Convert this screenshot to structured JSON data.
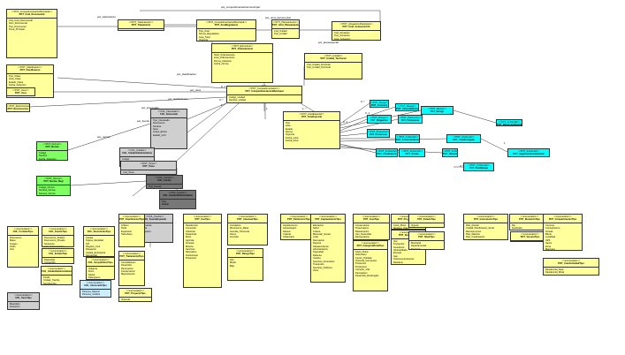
{
  "boxes": [
    {
      "id": "top_a",
      "cls": "y",
      "title": "POT_Unid_Documental",
      "stereo": "<<POT_CompartimentacionMunicipal>>",
      "attrs": [
        "Cod_Unid_Documental",
        "Nom_Documental",
        "Tipo_Documento",
        "Tema_Principal"
      ]
    },
    {
      "id": "top_b",
      "cls": "y",
      "title": "POT_Tratamiento",
      "stereo": "<<POT_Tratamientos>>",
      "attrs": [
        "Tipo_Tratamiento",
        "Area_Tratamiento"
      ]
    },
    {
      "id": "top_c",
      "cls": "y",
      "title": "POT_AreaRegulacion",
      "stereo": "<<POT_CompartimentacionMunicipal>>",
      "attrs": [
        "Tipo_Area",
        "Norma_Reguladora",
        "Area_Total",
        "Vigencia"
      ]
    },
    {
      "id": "top_d",
      "cls": "y",
      "title": "POT_Unid_Planeamiento",
      "stereo": "<<POT_Planeamiento>>",
      "attrs": [
        "Cod_Unidad",
        "Tipo_Unidad"
      ]
    },
    {
      "id": "top_e",
      "cls": "y",
      "title": "POT_Unid_ActuacionUrb",
      "stereo": "<<POT_ActuacionUrbanistica>>",
      "attrs": [
        "Cod_Actuacion",
        "Tipo_Actuacion",
        "Area_Actuacion",
        "Estado"
      ]
    },
    {
      "id": "left_1",
      "cls": "y",
      "title": "POT_Clasificacion",
      "stereo": "<<POT_Clasificacion>>",
      "attrs": [
        "Tipo_Clase",
        "Area_Clase",
        "Estado_Clase",
        "Fecha_Adopcion"
      ]
    },
    {
      "id": "left_2",
      "cls": "y",
      "title": "POT_Usos",
      "stereo": "<<POT_Usos>>",
      "attrs": [
        "Uso_Principal",
        "Uso_Complementario"
      ]
    },
    {
      "id": "left_3",
      "cls": "y",
      "title": "POT_Restricciones",
      "stereo": "<<POT_Restricciones>>",
      "attrs": [
        "Tipo_Restriccion"
      ]
    },
    {
      "id": "center",
      "cls": "y",
      "title": "POT_CompartimentacionMunicipal",
      "stereo": "<<POT_Compartimentacion>>",
      "attrs": [
        "Codigo_Unidad",
        "Nombre_Unidad",
        "Tipo_Unidad"
      ]
    },
    {
      "id": "mid_y",
      "cls": "y",
      "title": "POT_Ordenamiento",
      "stereo": "<<POT_Estructura>>",
      "attrs": [
        "Nivel_Ordenamiento",
        "Area_Ordenamiento",
        "Norma_Adopcion",
        "Fecha_Norma"
      ]
    },
    {
      "id": "mid_y2",
      "cls": "y",
      "title": "POT_Unidad_Territorial",
      "stereo": "<<POT_Unidad>>",
      "attrs": [
        "Cod_Unidad_Territorial",
        "Tipo_Unidad_Territorial"
      ]
    },
    {
      "id": "gray_1",
      "cls": "g",
      "title": "COL_Interesado",
      "stereo": "<<COL_Interesado>>",
      "attrs": [
        "Tipo_Interesado",
        "Documento",
        "Nombre",
        "Sexo",
        "Grupo_Etnico",
        "Estado_Civil"
      ]
    },
    {
      "id": "gray_2",
      "cls": "g",
      "title": "COL_UnidadAdministrativa",
      "stereo": "<<COL_Unidad>>",
      "attrs": [
        "Codigo",
        "Nombre"
      ]
    },
    {
      "id": "dark_1",
      "cls": "d",
      "title": "COL_Fuente",
      "stereo": "<<COL_Fuente>>",
      "attrs": [
        "Tipo_Fuente",
        "Fecha",
        "Ente_Emisor",
        "Numero"
      ]
    },
    {
      "id": "dark_2",
      "cls": "d",
      "title": "COL_FuenteAdministrativa",
      "stereo": "<<COL_Fuente>>",
      "attrs": [
        "Tipo",
        "Estado"
      ]
    },
    {
      "id": "gray_3",
      "cls": "g",
      "title": "COL_FuenteEspacial",
      "stereo": "<<COL_Fuente>>",
      "attrs": [
        "Tipo_Fuente",
        "Nombre",
        "Descripcion"
      ]
    },
    {
      "id": "mid_w",
      "cls": "g",
      "title": "POT_Tema",
      "stereo": "<<POT_Tema>>",
      "attrs": [
        "Cod_Tema",
        "Nombre_Tema"
      ]
    },
    {
      "id": "green_1",
      "cls": "gr",
      "title": "POT_Norma",
      "stereo": "<<POT_Norma>>",
      "attrs": [
        "Codigo",
        "Nombre",
        "Fecha_Adopcion"
      ]
    },
    {
      "id": "green_2",
      "cls": "gr",
      "title": "POT_Norma_Regl",
      "stereo": "<<POT_Norma>>",
      "attrs": [
        "Codigo_Norma",
        "Nombre_Norma",
        "Numero_Norma"
      ]
    },
    {
      "id": "right_main",
      "cls": "y",
      "title": "POT_AreaEspecial",
      "stereo": "<<POT_AreaEspecial>>",
      "attrs": [
        "Tipo",
        "Area",
        "Estado",
        "Norma",
        "Vigencia",
        "Fecha_Inicio",
        "Fecha_Final"
      ]
    },
    {
      "id": "cyan_1",
      "cls": "c",
      "title": "POT_Amenaza",
      "stereo": "<<POT_Riesgo>>",
      "attrs": [
        "Tipo_Amenaza"
      ]
    },
    {
      "id": "cyan_2",
      "cls": "c",
      "title": "POT_Vulnerabilidad",
      "stereo": "<<POT_Riesgo>>",
      "attrs": [
        "Tipo"
      ]
    },
    {
      "id": "cyan_3",
      "cls": "c",
      "title": "POT_Riesgo",
      "stereo": "<<POT_Riesgo>>",
      "attrs": [
        "Nivel"
      ]
    },
    {
      "id": "cyan_4",
      "cls": "c",
      "title": "POT_Mitigacion",
      "stereo": "<<POT_Riesgo>>",
      "attrs": [
        "Tipo"
      ]
    },
    {
      "id": "cyan_5",
      "cls": "c",
      "title": "POT_Patrimonio",
      "stereo": "<<POT_Patrimonio>>",
      "attrs": [
        "Tipo"
      ]
    },
    {
      "id": "cyan_6",
      "cls": "c",
      "title": "POT_Proteccion",
      "stereo": "<<POT_Proteccion>>",
      "attrs": [
        "Tipo"
      ]
    },
    {
      "id": "cyan_7",
      "cls": "c",
      "title": "POT_EstructuraEcologica",
      "stereo": "<<POT_Ambiental>>",
      "attrs": [
        "Tipo"
      ]
    },
    {
      "id": "cyan_8",
      "cls": "c",
      "title": "POT_AreaProtegida",
      "stereo": "<<POT_Ambiental>>",
      "attrs": [
        "Tipo"
      ]
    },
    {
      "id": "cyan_9",
      "cls": "c",
      "title": "POT_Zonificacion",
      "stereo": "<<POT_Ambiental>>",
      "attrs": [
        "Tipo"
      ]
    },
    {
      "id": "cyan_10",
      "cls": "c",
      "title": "POT_Ronda",
      "stereo": "<<POT_Ambiental>>",
      "attrs": [
        "Tipo"
      ]
    },
    {
      "id": "cyan_11",
      "cls": "c",
      "title": "POT_Reserva",
      "stereo": "<<POT_Ambiental>>",
      "attrs": [
        "Tipo"
      ]
    },
    {
      "id": "cyan_12",
      "cls": "c",
      "title": "POT_PlanManejo",
      "stereo": "<<POT_Ambiental>>",
      "attrs": [
        "Tipo"
      ]
    },
    {
      "id": "cyan_13",
      "cls": "c",
      "title": "POT_ManejoAmbiental",
      "stereo": "<<POT_Ambiental>>",
      "attrs": [
        "Tipo"
      ]
    },
    {
      "id": "cyan_14",
      "cls": "c",
      "title": "POT_SeguimientoAmbiental",
      "stereo": "<<POT_Ambiental>>",
      "attrs": [
        "Tipo"
      ]
    },
    {
      "id": "lst_1",
      "cls": "y",
      "title": "POT_ClasificacionTipo",
      "stereo": "<<enumeration>>",
      "attrs": [
        "Urbano",
        "Rural",
        "Expansion",
        "Suburbano"
      ]
    },
    {
      "id": "lst_2",
      "cls": "y",
      "title": "POT_TratamientoTipo",
      "stereo": "<<enumeration>>",
      "attrs": [
        "Consolidacion",
        "Desarrollo",
        "Renovacion",
        "Conservacion",
        "Mejoramiento"
      ]
    },
    {
      "id": "lst_3",
      "cls": "y",
      "title": "POT_UsoTipo",
      "stereo": "<<enumeration>>",
      "attrs": [
        "Residencial",
        "Comercial",
        "Industrial",
        "Dotacional",
        "Mixto",
        "Agricola",
        "Forestal",
        "Mineria",
        "Servicios",
        "Recreativo",
        "Institucional",
        "Proteccion"
      ]
    },
    {
      "id": "lst_4",
      "cls": "y",
      "title": "POT_AmenazaTipo",
      "stereo": "<<enumeration>>",
      "attrs": [
        "Inundacion",
        "Movimiento_Masa",
        "Avenida_Torrencial",
        "Sismo",
        "Incendio"
      ]
    },
    {
      "id": "lst_5",
      "cls": "y",
      "title": "POT_RiesgoTipo",
      "stereo": "<<enumeration>>",
      "attrs": [
        "Alto",
        "Medio",
        "Bajo"
      ]
    },
    {
      "id": "lst_6",
      "cls": "y",
      "title": "POT_PatrimonioTipo",
      "stereo": "<<enumeration>>",
      "attrs": [
        "Arquitectonico",
        "Arqueologico",
        "Natural",
        "Cultural",
        "Urbanistico",
        "Historico",
        "Paisajistico"
      ]
    },
    {
      "id": "lst_7",
      "cls": "y",
      "title": "POT_EquipamientoTipo",
      "stereo": "<<enumeration>>",
      "attrs": [
        "Educacion",
        "Salud",
        "Cultura",
        "Bienestar_Social",
        "Culto",
        "Recreacion",
        "Deporte",
        "Abastecimiento",
        "Administracion",
        "Seguridad",
        "Defensa",
        "Justicia",
        "Servicios_Funerarios",
        "Transporte",
        "Servicios_Publicos",
        "Otros"
      ]
    },
    {
      "id": "lst_8",
      "cls": "y",
      "title": "POT_AreaTipo",
      "stereo": "<<enumeration>>",
      "attrs": [
        "Conservacion",
        "Preservacion",
        "Restauracion",
        "Uso_Sostenible",
        "Recuperacion",
        "Proteccion_Especial",
        "Amortiguacion",
        "Reserva_Forestal"
      ]
    },
    {
      "id": "lst_9",
      "cls": "y",
      "title": "POT_CategoriaRuralTipo",
      "stereo": "<<enumeration>>",
      "attrs": [
        "Suelo_Rural",
        "Suburbano",
        "Centro_Poblado",
        "Vivienda_Campestre",
        "Proteccion",
        "Produccion",
        "Corredor_Vial",
        "Parcelacion",
        "Desarrollo_Restringido"
      ]
    },
    {
      "id": "lst_10",
      "cls": "y",
      "title": "POT_ProgramaTipo",
      "stereo": "<<enumeration>>",
      "attrs": [
        "Corto_Plazo",
        "Mediano_Plazo",
        "Largo_Plazo",
        "Inversion_Publica",
        "Inversion_Privada"
      ]
    },
    {
      "id": "lst_11",
      "cls": "y",
      "title": "POT_SistemaTipo",
      "stereo": "<<enumeration>>",
      "attrs": [
        "Vial",
        "Transporte",
        "Acueducto",
        "Alcantarillado",
        "Energia",
        "Gas",
        "Telecomunicaciones",
        "Residuos",
        "Espacio_Publico"
      ]
    },
    {
      "id": "lst_12",
      "cls": "y",
      "title": "POT_EstadoTipo",
      "stereo": "<<enumeration>>",
      "attrs": [
        "Vigente",
        "Derogado",
        "Suspendido",
        "En_Revision",
        "Proyectado"
      ]
    },
    {
      "id": "lst_13",
      "cls": "y",
      "title": "POT_NivelTipo",
      "stereo": "<<enumeration>>",
      "attrs": [
        "Municipal",
        "Departamental",
        "Nacional",
        "Regional"
      ]
    },
    {
      "id": "lst_14",
      "cls": "y",
      "title": "POT_InstrumentoTipo",
      "stereo": "<<enumeration>>",
      "attrs": [
        "Plan_Parcial",
        "Unidad_Planificacion_Rural",
        "Macroproyecto",
        "Plan_Maestro",
        "Plan_Implantacion",
        "Plan_Regularizacion"
      ]
    },
    {
      "id": "lst_15",
      "cls": "y",
      "title": "POT_ElementoTipo",
      "stereo": "<<enumeration>>",
      "attrs": [
        "Rio",
        "Quebrada",
        "Humedal",
        "Laguna",
        "Cerro",
        "Bosque"
      ]
    },
    {
      "id": "lst_16",
      "cls": "y",
      "title": "POT_VersionTipo",
      "stereo": "<<enumeration>>",
      "attrs": [
        "Inicial",
        "Ajuste",
        "Revision",
        "Modificacion"
      ]
    },
    {
      "id": "lst_17",
      "cls": "y",
      "title": "POT_CompartimentoTipo",
      "stereo": "<<enumeration>>",
      "attrs": [
        "Comuna",
        "Corregimiento",
        "Vereda",
        "Barrio",
        "Localidad",
        "UPZ",
        "Sector",
        "Zona",
        "Manzana",
        "Predio"
      ]
    },
    {
      "id": "lst_18",
      "cls": "y",
      "title": "POT_AreaActividadTipo",
      "stereo": "<<enumeration>>",
      "attrs": [
        "Residencial_Neta",
        "Residencial_Mixta",
        "Comercio",
        "Servicios",
        "Industria",
        "Dotacional"
      ]
    },
    {
      "id": "lst_19",
      "cls": "y",
      "title": "COL_FormatoTipo",
      "stereo": "<<enumeration>>",
      "attrs": [
        "Documento",
        "Mapa",
        "Imagen",
        "Video",
        "Otro"
      ]
    },
    {
      "id": "lst_20",
      "cls": "y",
      "title": "COL_FuenteTipo",
      "stereo": "<<enumeration>>",
      "attrs": [
        "Documento_Publico",
        "Documento_Privado",
        "Sentencia",
        "Acto_Administrativo"
      ]
    },
    {
      "id": "lst_21",
      "cls": "y",
      "title": "COL_EstadoTipo",
      "stereo": "<<enumeration>>",
      "attrs": [
        "Disponible",
        "Convertido",
        "Incompleto",
        "Desconocido"
      ]
    },
    {
      "id": "lst_22",
      "cls": "y",
      "title": "COL_DocumentoTipo",
      "stereo": "<<enumeration>>",
      "attrs": [
        "Cedula",
        "Tarjeta_Identidad",
        "NIT",
        "Registro_Civil",
        "Pasaporte",
        "Cedula_Extranjeria",
        "Secuencial"
      ]
    },
    {
      "id": "lst_23",
      "cls": "y",
      "title": "COL_GrupoEtnicoTipo",
      "stereo": "<<enumeration>>",
      "attrs": [
        "Indigena",
        "Rrom",
        "Raizal",
        "Palenquero",
        "Negro_Afro",
        "Ninguno"
      ]
    },
    {
      "id": "lst_24",
      "cls": "cl",
      "title": "COL_InteresadoTipo",
      "stereo": "<<enumeration>>",
      "attrs": [
        "Persona_Natural",
        "Persona_Juridica",
        "Agrupacion"
      ]
    },
    {
      "id": "lst_25",
      "cls": "g",
      "title": "COL_SexoTipo",
      "stereo": "<<enumeration>>",
      "attrs": [
        "Masculino",
        "Femenino",
        "Sin_Determinar"
      ]
    },
    {
      "id": "lst_26",
      "cls": "y",
      "title": "COL_UnidadAdministrativaTipo",
      "stereo": "<<enumeration>>",
      "attrs": [
        "Predio",
        "Unidad_Tramite",
        "Servidumbre"
      ]
    },
    {
      "id": "lst_27",
      "cls": "y",
      "title": "POT_ProyectoTipo",
      "stereo": "<<enumeration>>",
      "attrs": [
        "Vivienda",
        "Infraestructura",
        "Equipamiento",
        "Espacio_Publico"
      ]
    }
  ],
  "labels": [
    "pot_compartimentacionmunicipal",
    "pot_unid_documental",
    "pot_tratamiento",
    "pot_areaespecial",
    "pot_clasificacion",
    "pot_usos",
    "pot_restricciones",
    "pot_fuente",
    "pot_norma",
    "pot_interesado",
    "0..1",
    "0..*",
    "1",
    "1..*",
    "0..1",
    "0..*",
    "1",
    "0..*",
    "0..1",
    "1..*",
    "0..*",
    "1"
  ]
}
